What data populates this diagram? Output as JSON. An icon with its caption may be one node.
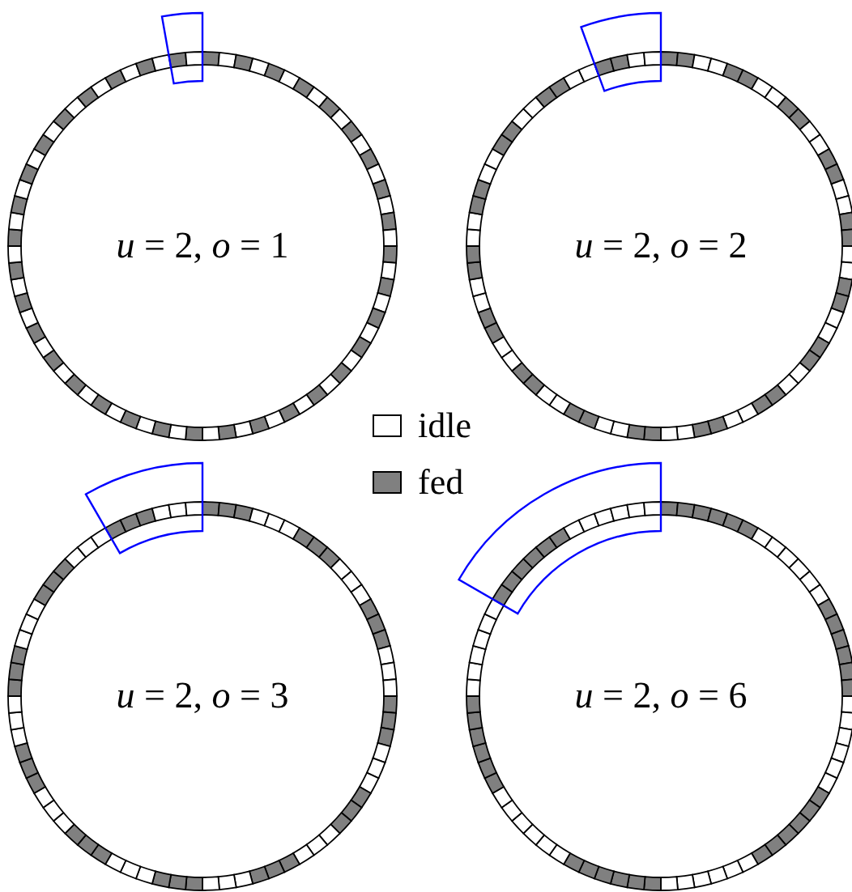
{
  "diagram": {
    "nodes": [
      {
        "text": [
          "*u* = 2, *o* = 1"
        ]
      },
      {
        "text": [
          "*u* = 2, *o* = 2"
        ]
      },
      {
        "text": [
          "*u* = 2, *o* = 3"
        ]
      },
      {
        "text": [
          "*u* = 2, *o* = 6"
        ]
      }
    ],
    "edges": [],
    "legend": [
      {
        "text": "idle",
        "color": "#ffffff"
      },
      {
        "text": "fed",
        "color": "#808080"
      }
    ]
  }
}
